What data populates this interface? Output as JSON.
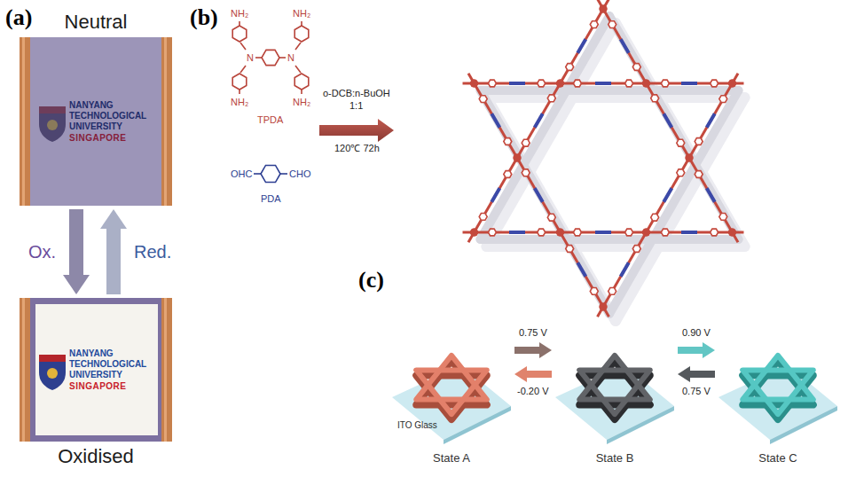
{
  "diagram": {
    "nodes": [
      {
        "text": [
          "Neutral",
          "NANYANG TECHNOLOGICAL UNIVERSITY",
          "SINGAPORE"
        ]
      },
      {
        "text": [
          "NANYANG TECHNOLOGICAL UNIVERSITY",
          "SINGAPORE",
          "Oxidised"
        ]
      },
      {
        "text": [
          "ITO Glass",
          "State A"
        ]
      },
      {
        "text": [
          "State B"
        ]
      },
      {
        "text": [
          "State C"
        ]
      }
    ],
    "edges": [
      {
        "from": 0,
        "to": 1,
        "label": "Ox.",
        "arrow": "to"
      },
      {
        "from": 1,
        "to": 0,
        "label": "Red.",
        "arrow": "to"
      },
      {
        "from": 2,
        "to": 3,
        "label": "0.75 V",
        "arrow": "to"
      },
      {
        "from": 3,
        "to": 2,
        "label": "-0.20 V",
        "arrow": "to"
      },
      {
        "from": 3,
        "to": 4,
        "label": "0.90 V",
        "arrow": "to"
      },
      {
        "from": 4,
        "to": 3,
        "label": "0.75 V",
        "arrow": "to"
      }
    ],
    "labels": [
      "(a)",
      "(b)",
      "(c)",
      "NH₂",
      "NH₂",
      "N",
      "N",
      "NH₂",
      "NH₂",
      "TPDA",
      "OHC",
      "CHO",
      "PDA",
      "o-DCB:n-BuOH",
      "1:1",
      "120℃ 72h"
    ]
  }
}
